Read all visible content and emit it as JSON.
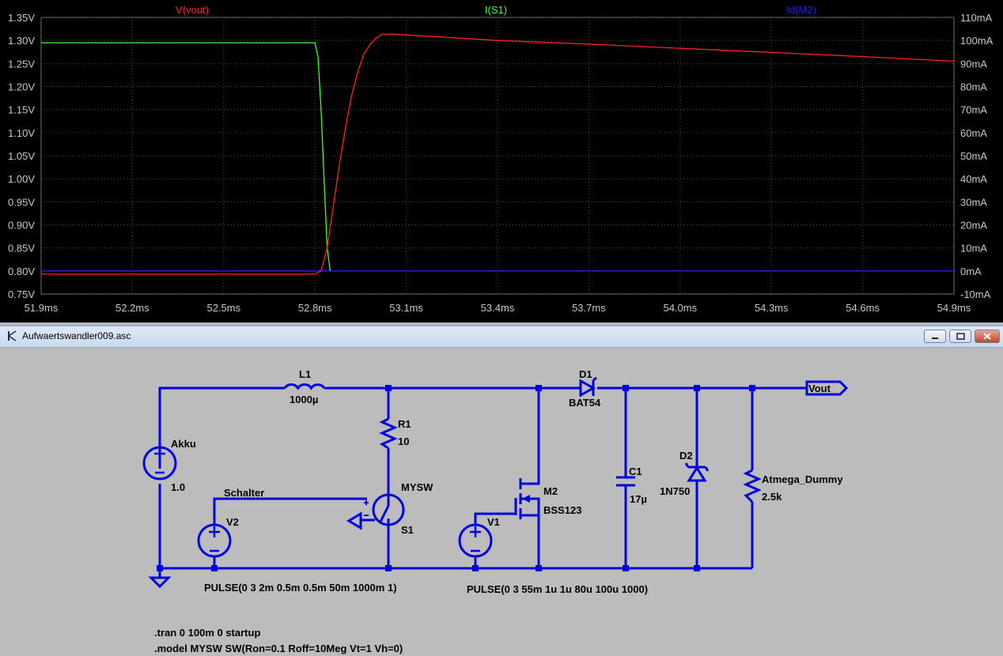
{
  "plot": {
    "traces": [
      {
        "name": "V(vout)",
        "color": "#ff2020"
      },
      {
        "name": "I(S1)",
        "color": "#3cff3c"
      },
      {
        "name": "Id(M2)",
        "color": "#2020ff"
      }
    ],
    "x_ticks": [
      "51.9ms",
      "52.2ms",
      "52.5ms",
      "52.8ms",
      "53.1ms",
      "53.4ms",
      "53.7ms",
      "54.0ms",
      "54.3ms",
      "54.6ms",
      "54.9ms"
    ],
    "y_left_ticks": [
      "1.35V",
      "1.30V",
      "1.25V",
      "1.20V",
      "1.15V",
      "1.10V",
      "1.05V",
      "1.00V",
      "0.95V",
      "0.90V",
      "0.85V",
      "0.80V",
      "0.75V"
    ],
    "y_right_ticks": [
      "110mA",
      "100mA",
      "90mA",
      "80mA",
      "70mA",
      "60mA",
      "50mA",
      "40mA",
      "30mA",
      "20mA",
      "10mA",
      "0mA",
      "-10mA"
    ],
    "bg_color": "#000000",
    "grid_color": "#505050"
  },
  "chart_data": {
    "type": "line",
    "xlabel": "",
    "xlim": [
      51.9,
      54.9
    ],
    "ylim_left": [
      0.75,
      1.35
    ],
    "ylim_right": [
      -10,
      110
    ],
    "grid": true,
    "series": [
      {
        "name": "V(vout)",
        "axis": "left",
        "unit": "V",
        "color": "#ff2020",
        "x": [
          51.9,
          52.8,
          52.82,
          52.84,
          52.86,
          52.88,
          52.9,
          52.92,
          52.94,
          52.96,
          52.98,
          53.0,
          53.02,
          53.05,
          53.1,
          53.4,
          53.7,
          54.0,
          54.3,
          54.6,
          54.9
        ],
        "y": [
          0.793,
          0.793,
          0.8,
          0.85,
          0.94,
          1.03,
          1.11,
          1.18,
          1.23,
          1.27,
          1.29,
          1.305,
          1.313,
          1.314,
          1.312,
          1.3,
          1.292,
          1.283,
          1.274,
          1.265,
          1.255
        ]
      },
      {
        "name": "I(S1)",
        "axis": "right",
        "unit": "mA",
        "color": "#3cff3c",
        "x": [
          51.9,
          52.8,
          52.81,
          52.82,
          52.83,
          52.84,
          52.85
        ],
        "y": [
          99,
          99,
          93,
          70,
          40,
          10,
          0
        ]
      },
      {
        "name": "Id(M2)",
        "axis": "right",
        "unit": "mA",
        "color": "#2020ff",
        "x": [
          51.9,
          54.9
        ],
        "y": [
          0,
          0
        ]
      }
    ]
  },
  "window": {
    "title": "Aufwaertswandler009.asc"
  },
  "schematic": {
    "components": {
      "l1_name": "L1",
      "l1_value": "1000µ",
      "d1_name": "D1",
      "d1_value": "BAT54",
      "r1_name": "R1",
      "r1_value": "10",
      "akku_name": "Akku",
      "akku_value": "1.0",
      "v2_name": "V2",
      "v2_net": "Schalter",
      "s1_name": "S1",
      "s1_model": "MYSW",
      "m2_name": "M2",
      "m2_value": "BSS123",
      "v1_name": "V1",
      "c1_name": "C1",
      "c1_value": "17µ",
      "d2_name": "D2",
      "d2_value": "1N750",
      "load_name": "Atmega_Dummy",
      "load_value": "2.5k",
      "vout_label": "Vout"
    },
    "pulse_v2": "PULSE(0 3 2m 0.5m 0.5m 50m 1000m 1)",
    "pulse_v1": "PULSE(0 3 55m 1u 1u 80u 100u 1000)",
    "directive_tran": ".tran 0 100m 0 startup",
    "directive_model": ".model MYSW SW(Ron=0.1 Roff=10Meg Vt=1 Vh=0)"
  }
}
